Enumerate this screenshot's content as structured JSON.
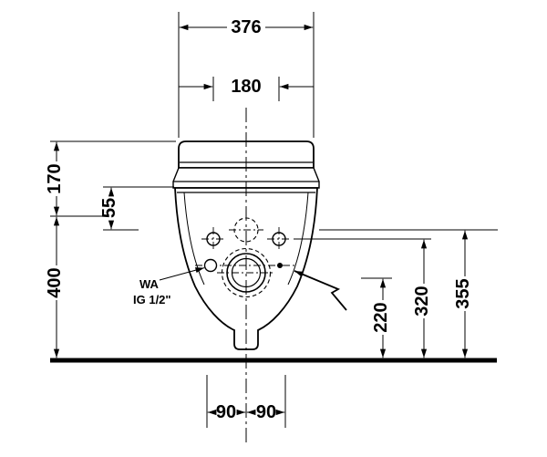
{
  "dimensions": {
    "width_total": "376",
    "width_inner": "180",
    "height_top_left": "170",
    "height_small_left": "55",
    "height_left": "400",
    "height_right_inner": "220",
    "height_right_middle": "320",
    "height_right_outer": "355",
    "offset_bottom_left": "90",
    "offset_bottom_right": "90"
  },
  "labels": {
    "water_connection_line1": "WA",
    "water_connection_line2": "IG 1/2\""
  },
  "icons": {
    "electrical_connection": "lightning-bolt-arrow",
    "dimension_arrow": "filled-triangle-arrowhead"
  },
  "colors": {
    "line": "#000000",
    "background": "#ffffff",
    "floor_line": "#000000"
  }
}
